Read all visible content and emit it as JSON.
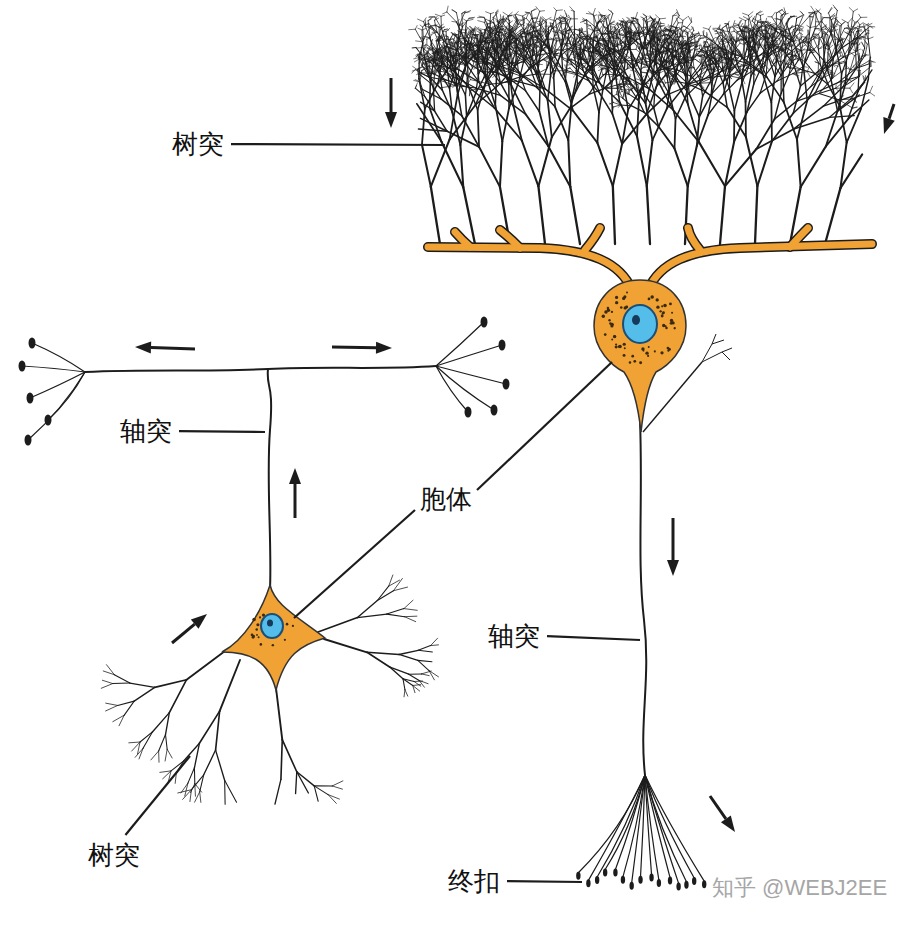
{
  "diagram": {
    "labels": [
      "树突",
      "轴突",
      "胞体",
      "轴突",
      "树突",
      "终扣",
      "知乎 @WEBJ2EE"
    ]
  }
}
